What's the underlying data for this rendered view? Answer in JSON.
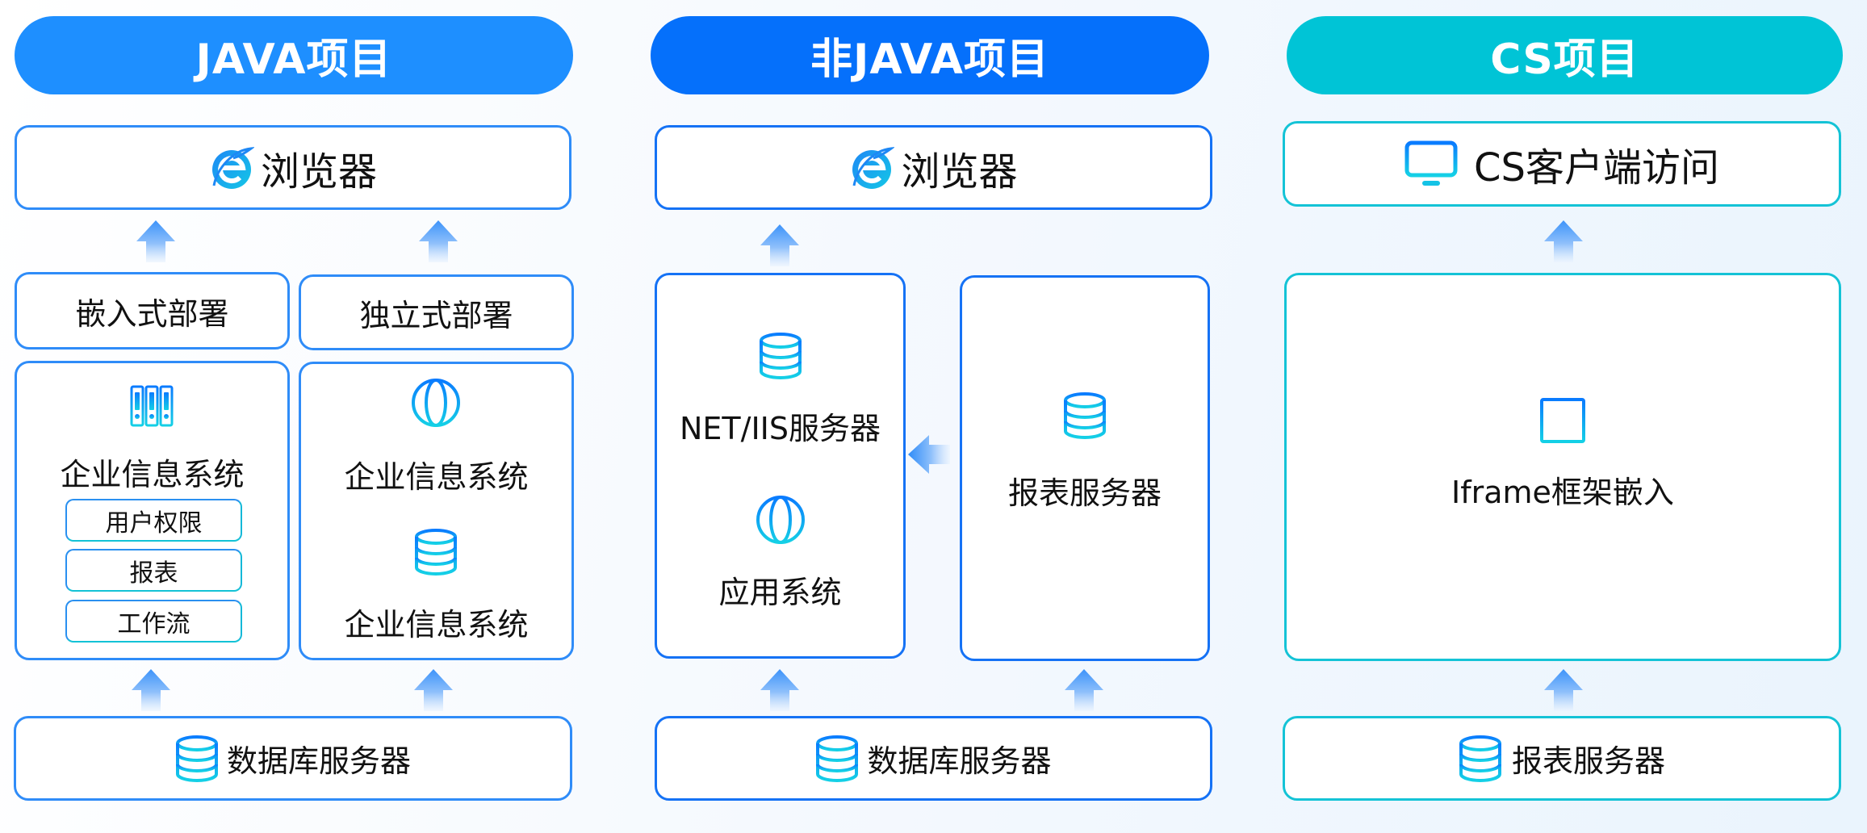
{
  "colors": {
    "java": "#1E8FFF",
    "non_java": "#0570FB",
    "cs": "#00C4D6",
    "icon_gradient_start": "#0A7BFF",
    "icon_gradient_end": "#14D0E6"
  },
  "columns": {
    "java": {
      "title": "JAVA项目",
      "browser": {
        "icon": "ie-browser-icon",
        "label": "浏览器"
      },
      "embedded": {
        "header": "嵌入式部署",
        "system": {
          "icon": "binders-icon",
          "label": "企业信息系统"
        },
        "modules": [
          "用户权限",
          "报表",
          "工作流"
        ]
      },
      "standalone": {
        "header": "独立式部署",
        "items": [
          {
            "icon": "globe-icon",
            "label": "企业信息系统"
          },
          {
            "icon": "database-icon",
            "label": "企业信息系统"
          }
        ]
      },
      "bottom": {
        "icon": "database-icon",
        "label": "数据库服务器"
      }
    },
    "non_java": {
      "title": "非JAVA项目",
      "browser": {
        "icon": "ie-browser-icon",
        "label": "浏览器"
      },
      "app_server": {
        "items": [
          {
            "icon": "database-icon",
            "label": "NET/IIS服务器"
          },
          {
            "icon": "globe-icon",
            "label": "应用系统"
          }
        ]
      },
      "report_server": {
        "icon": "database-icon",
        "label": "报表服务器"
      },
      "bottom": {
        "icon": "database-icon",
        "label": "数据库服务器"
      }
    },
    "cs": {
      "title": "CS项目",
      "client": {
        "icon": "monitor-icon",
        "label": "CS客户端访问"
      },
      "iframe": {
        "icon": "window-layout-icon",
        "label": "Iframe框架嵌入"
      },
      "bottom": {
        "icon": "database-icon",
        "label": "报表服务器"
      }
    }
  }
}
